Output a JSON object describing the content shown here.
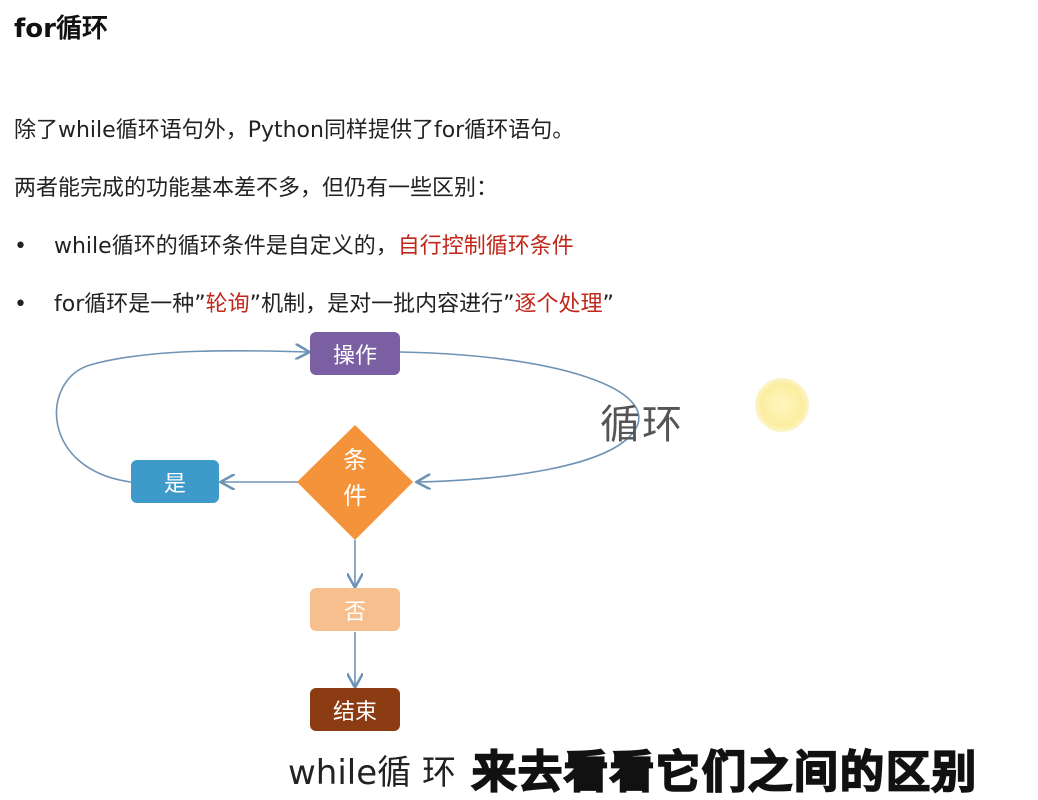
{
  "slide": {
    "title": "for循环",
    "intro_line": "除了while循环语句外，Python同样提供了for循环语句。",
    "diff_line": "两者能完成的功能基本差不多，但仍有一些区别：",
    "bullets": [
      {
        "dot": "•",
        "text": "while循环的循环条件是自定义的，",
        "highlight": "自行控制循环条件"
      },
      {
        "dot": "•",
        "parts": [
          "for循环是一种”",
          "轮询",
          "”机制，是对一批内容进行”",
          "逐个处理",
          "”"
        ]
      }
    ]
  },
  "diagram": {
    "operate": "操作",
    "yes": "是",
    "condition_line1": "条",
    "condition_line2": "件",
    "no": "否",
    "end": "结束",
    "loop_label": "循环",
    "colors": {
      "operate": "#7b5fa3",
      "yes": "#3e9ac8",
      "condition": "#f4933a",
      "no": "#f7bf8e",
      "end": "#8b3c12",
      "arrow": "#6f93b5",
      "highlight": "#c0281b"
    }
  },
  "caption": {
    "left": "while循 环",
    "main": "来去看看它们之间的区别"
  }
}
